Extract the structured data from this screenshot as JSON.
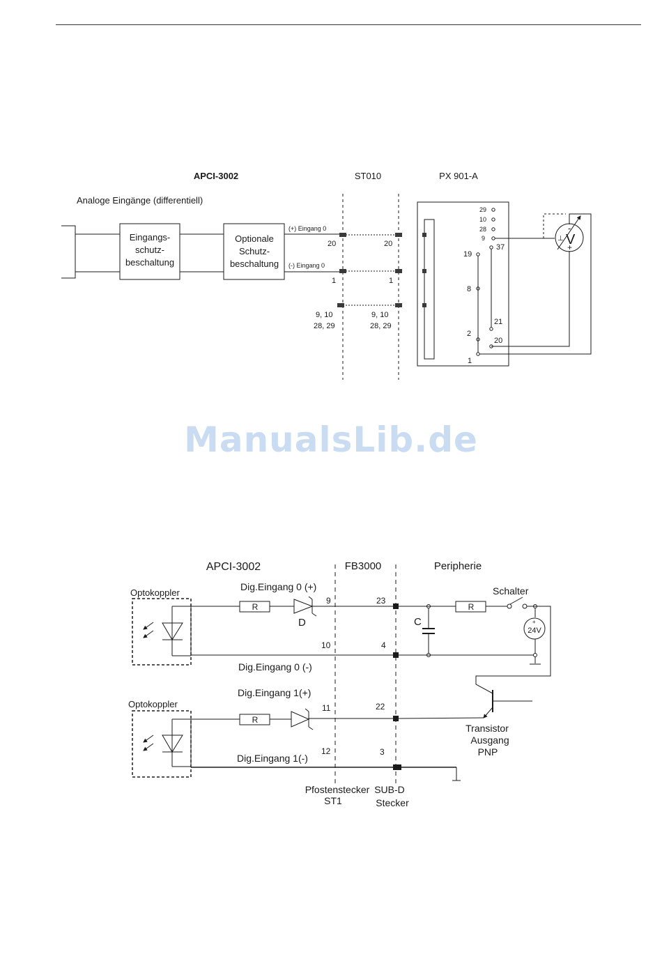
{
  "watermark": "ManualsLib.de",
  "diagram1": {
    "title_board": "APCI-3002",
    "title_st": "ST010",
    "title_px": "PX 901-A",
    "caption": "Analoge Eingänge (differentiell)",
    "block1": [
      "Eingangs-",
      "schutz-",
      "beschaltung"
    ],
    "block2": [
      "Optionale",
      "Schutz-",
      "beschaltung"
    ],
    "wire_plus": "(+) Eingang 0",
    "wire_minus": "(-) Eingang 0",
    "pin_20": "20",
    "pin_1": "1",
    "pin_gnd_a": "9, 10",
    "pin_gnd_b": "28, 29",
    "px_pins": {
      "p29": "29",
      "p10": "10",
      "p28": "28",
      "p9": "9",
      "p37": "37",
      "p19": "19",
      "p8": "8",
      "p2": "2",
      "p21": "21",
      "p20": "20",
      "p1": "1"
    },
    "meter": {
      "symbol": "V",
      "minus": "-",
      "plus": "+",
      "gnd": "⊥"
    }
  },
  "diagram2": {
    "title_board": "APCI-3002",
    "title_fb": "FB3000",
    "title_periph": "Peripherie",
    "opto1": "Optokoppler",
    "opto2": "Optokoppler",
    "in0p": "Dig.Eingang 0 (+)",
    "in0m": "Dig.Eingang 0 (-)",
    "in1p": "Dig.Eingang 1(+)",
    "in1m": "Dig.Eingang 1(-)",
    "resistor": "R",
    "diode": "D",
    "cap": "C",
    "switch": "Schalter",
    "supply": "24V",
    "supply_plus": "+",
    "pins_left": {
      "p9": "9",
      "p10": "10",
      "p11": "11",
      "p12": "12"
    },
    "pins_right": {
      "p23": "23",
      "p4": "4",
      "p22": "22",
      "p3": "3"
    },
    "transistor": [
      "Transistor",
      "Ausgang",
      "PNP"
    ],
    "conn_left": [
      "Pfostenstecker",
      "ST1"
    ],
    "conn_right": [
      "SUB-D",
      "Stecker"
    ]
  }
}
